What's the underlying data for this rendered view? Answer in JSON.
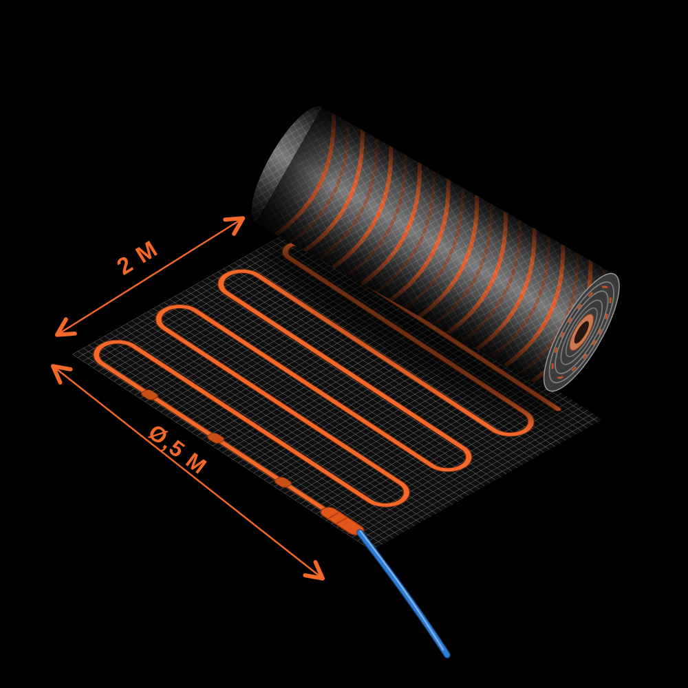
{
  "scene": {
    "background_color": "#000000",
    "product": "rolled heating mat with mesh and serpentine cable",
    "annotations": {
      "length": {
        "label": "2 M"
      },
      "width": {
        "label": "Ø,5 M"
      }
    },
    "colors": {
      "accent_orange": "#F4682A",
      "cable_orange_dark": "#A63F13",
      "cable_blue": "#2E7CD6",
      "cable_blue_highlight": "#9CC6F2",
      "mesh_gray": "#9F9F9F",
      "roll_core_terracotta": "#C97850"
    }
  }
}
